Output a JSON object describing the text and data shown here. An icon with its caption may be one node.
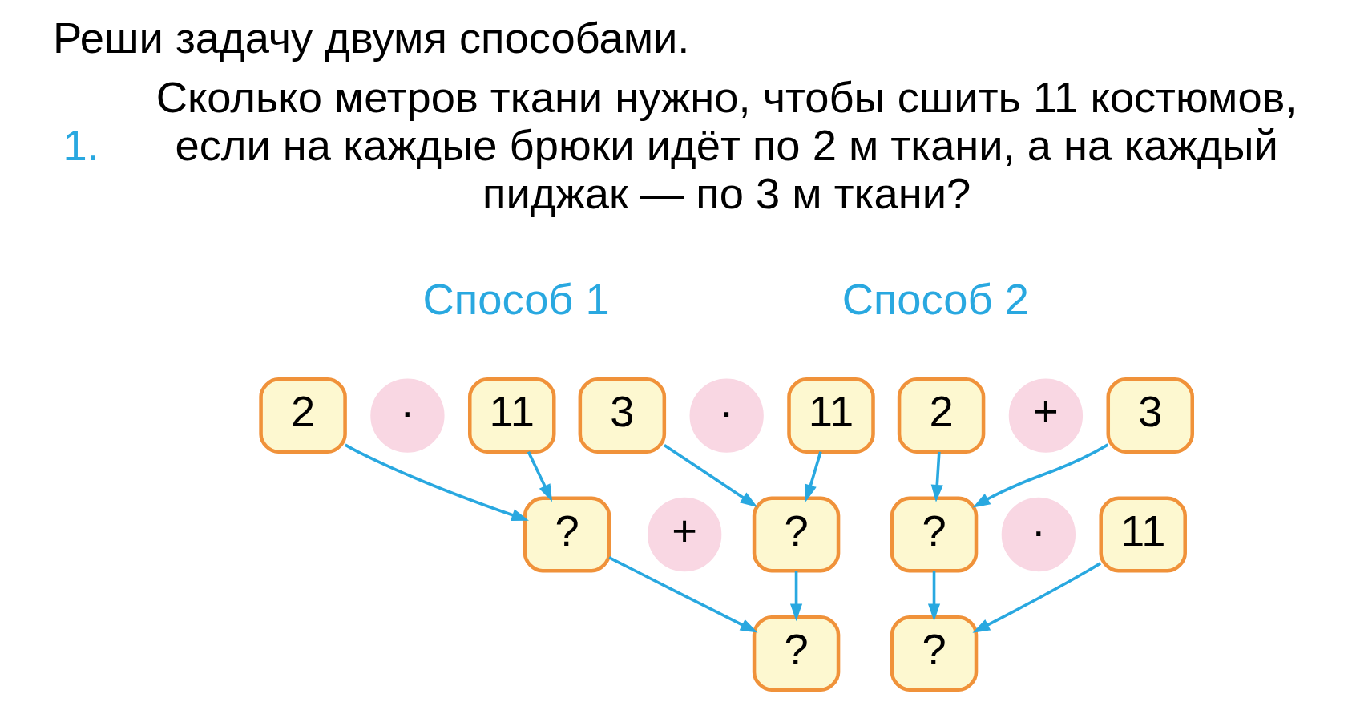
{
  "diagram": {
    "title": "Реши задачу двумя способами.",
    "nodes": [
      {
        "text": [
          "2"
        ]
      },
      {
        "text": [
          "·"
        ]
      },
      {
        "text": [
          "11"
        ]
      },
      {
        "text": [
          "3"
        ]
      },
      {
        "text": [
          "·"
        ]
      },
      {
        "text": [
          "11"
        ]
      },
      {
        "text": [
          "?"
        ]
      },
      {
        "text": [
          "+"
        ]
      },
      {
        "text": [
          "?"
        ]
      },
      {
        "text": [
          "?"
        ]
      },
      {
        "text": [
          "2"
        ]
      },
      {
        "text": [
          "+"
        ]
      },
      {
        "text": [
          "3"
        ]
      },
      {
        "text": [
          "?"
        ]
      },
      {
        "text": [
          "·"
        ]
      },
      {
        "text": [
          "11"
        ]
      },
      {
        "text": [
          "?"
        ]
      }
    ],
    "edges": [
      {
        "from": 0,
        "to": 6,
        "arrow": "to"
      },
      {
        "from": 2,
        "to": 6,
        "arrow": "to"
      },
      {
        "from": 3,
        "to": 8,
        "arrow": "to"
      },
      {
        "from": 5,
        "to": 8,
        "arrow": "to"
      },
      {
        "from": 6,
        "to": 9,
        "arrow": "to"
      },
      {
        "from": 8,
        "to": 9,
        "arrow": "to"
      },
      {
        "from": 10,
        "to": 13,
        "arrow": "to"
      },
      {
        "from": 12,
        "to": 13,
        "arrow": "to"
      },
      {
        "from": 13,
        "to": 16,
        "arrow": "to"
      },
      {
        "from": 15,
        "to": 16,
        "arrow": "to"
      }
    ],
    "labels": [
      "1.",
      "Сколько метров ткани нужно, чтобы сшить 11 костюмов, если на каждые брюки идёт по 2 м ткани, а на каждый пиджак — по 3 м ткани?",
      "Способ 1",
      "Способ 2"
    ]
  }
}
